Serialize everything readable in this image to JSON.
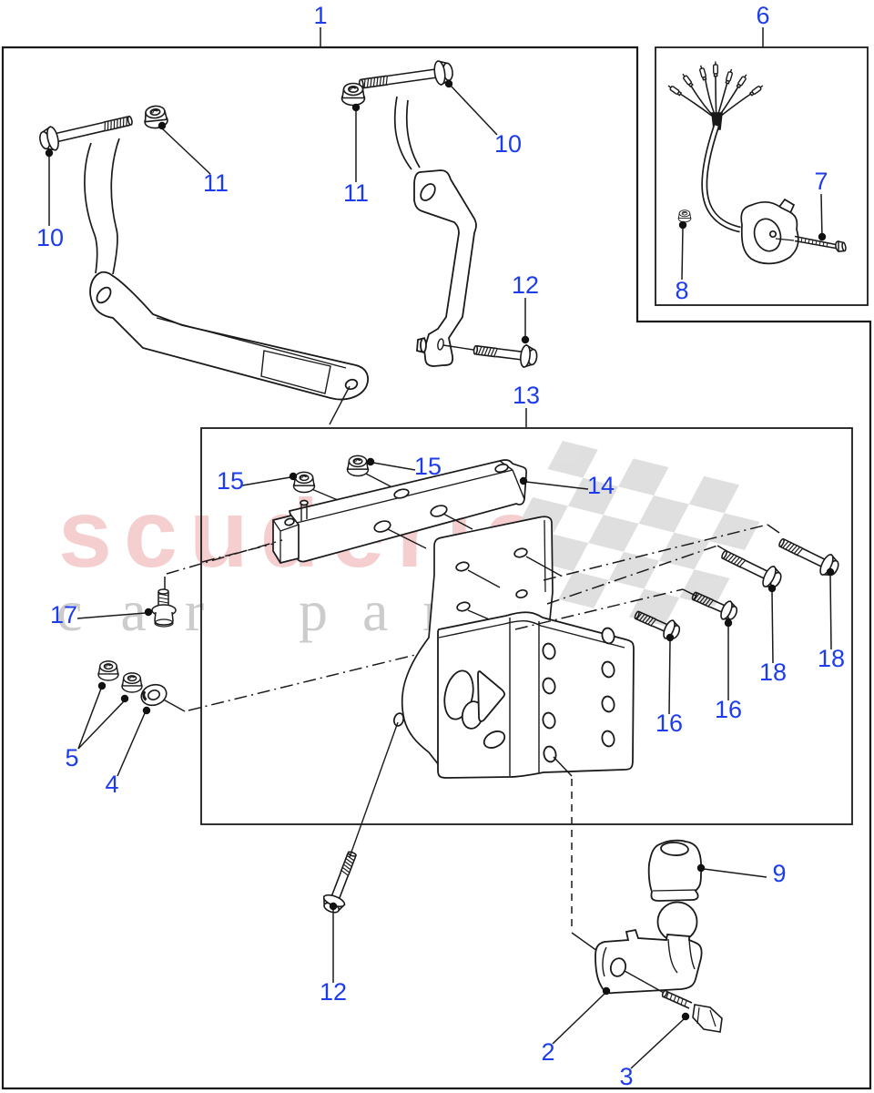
{
  "diagram": {
    "type": "exploded-parts-diagram",
    "callouts": [
      {
        "label": "1"
      },
      {
        "label": "6"
      },
      {
        "label": "10"
      },
      {
        "label": "11"
      },
      {
        "label": "10"
      },
      {
        "label": "11"
      },
      {
        "label": "12"
      },
      {
        "label": "13"
      },
      {
        "label": "7"
      },
      {
        "label": "8"
      },
      {
        "label": "15"
      },
      {
        "label": "15"
      },
      {
        "label": "14"
      },
      {
        "label": "17"
      },
      {
        "label": "5"
      },
      {
        "label": "4"
      },
      {
        "label": "16"
      },
      {
        "label": "16"
      },
      {
        "label": "18"
      },
      {
        "label": "18"
      },
      {
        "label": "12"
      },
      {
        "label": "9"
      },
      {
        "label": "2"
      },
      {
        "label": "3"
      }
    ],
    "watermark": {
      "brand": "scuderia",
      "tagline_left": "car",
      "tagline_right": "parts"
    },
    "colors": {
      "callout_blue": "#1d3cec",
      "line_black": "#1a1a1a",
      "watermark_pink": "#f5cfcf",
      "watermark_grey": "#cccccc",
      "flag_grey": "#d8d8d8"
    }
  }
}
